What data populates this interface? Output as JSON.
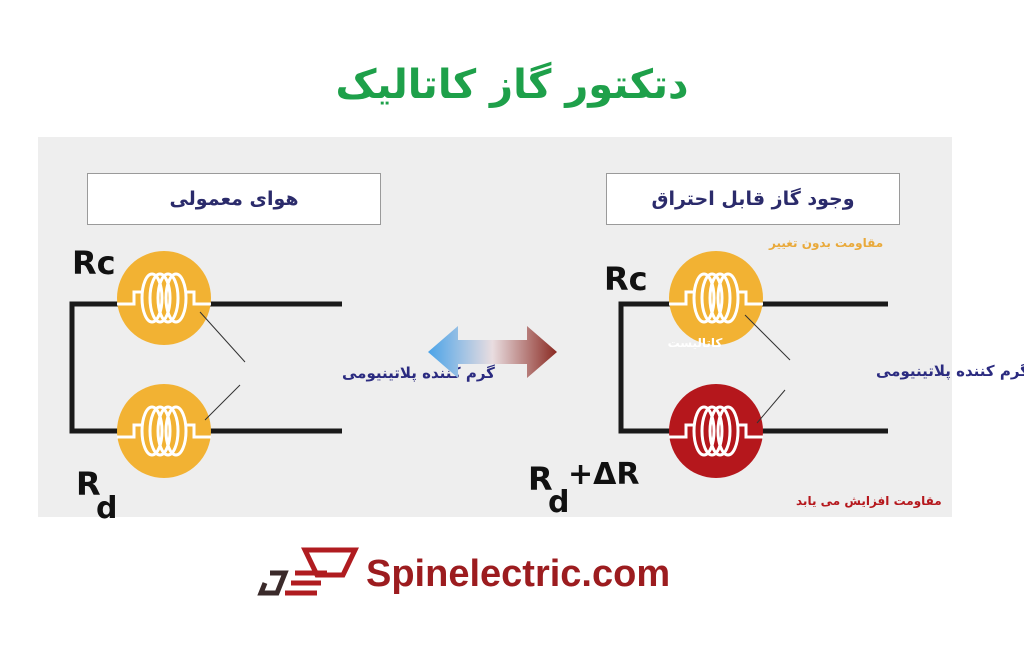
{
  "title": "دتکتور گاز کاتالیک",
  "left": {
    "heading": "هوای معمولی",
    "top_label": "Rc",
    "bottom_label_main": "R",
    "bottom_label_sub": "d",
    "heater_label": "گرم کننده پلاتینیومی"
  },
  "right": {
    "heading": "وجود گاز قابل احتراق",
    "top_label": "Rc",
    "unchanged_label": "مقاومت بدون تغییر",
    "catalyst_label": "کاتالیست",
    "heater_label": "گرم کننده پلاتینیومی",
    "bottom_label_main": "R",
    "bottom_label_sub": "d",
    "bottom_label_delta": "+ΔR",
    "increase_label": "مقاومت افزایش می یابد"
  },
  "footer": {
    "site": "Spinelectric.com"
  },
  "colors": {
    "title": "#1ea04a",
    "normal_element": "#f2b233",
    "hot_element": "#b5171c",
    "brand": "#9c1c1f"
  }
}
